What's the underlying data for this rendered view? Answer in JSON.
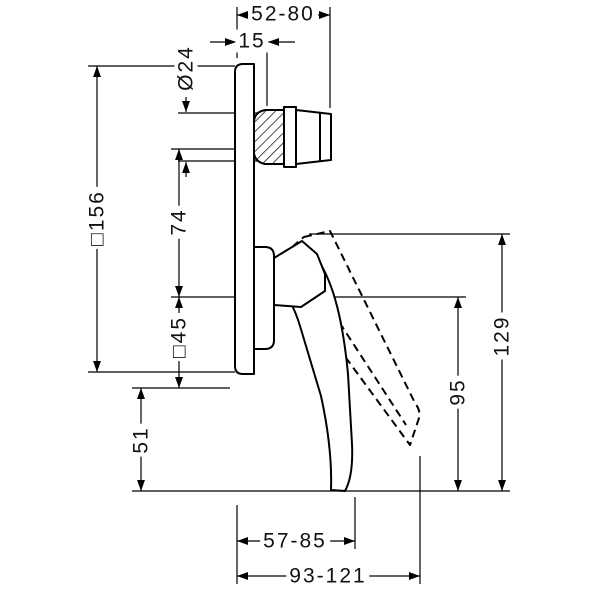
{
  "drawing": {
    "dimensions": {
      "spout_reach": "52-80",
      "plate_offset": "15",
      "spout_diameter": "Ø24",
      "plate_size": "□156",
      "spout_to_center": "74",
      "function_unit": "□45",
      "center_to_bottom": "51",
      "handle_bottom_height": "95",
      "overall_height": "129",
      "reach_min": "57-85",
      "reach_max": "93-121"
    },
    "line_color": "#000000",
    "background_color": "#ffffff"
  }
}
